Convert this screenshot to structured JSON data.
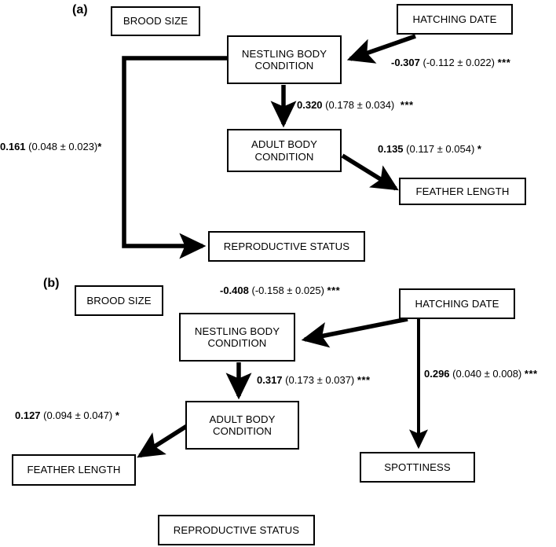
{
  "figure": {
    "type": "path-diagram",
    "panels": [
      {
        "id": "a",
        "label": "(a)",
        "nodes": [
          {
            "id": "brood_size",
            "label": "BROOD SIZE"
          },
          {
            "id": "nestling_body_condition",
            "label": "NESTLING BODY CONDITION"
          },
          {
            "id": "hatching_date",
            "label": "HATCHING DATE"
          },
          {
            "id": "adult_body_condition",
            "label": "ADULT BODY CONDITION"
          },
          {
            "id": "feather_length",
            "label": "FEATHER LENGTH"
          },
          {
            "id": "reproductive_status",
            "label": "REPRODUCTIVE STATUS"
          }
        ],
        "edges": [
          {
            "id": "a-hatching-to-nestling",
            "from": "hatching_date",
            "to": "nestling_body_condition",
            "std_coefficient": "-0.307",
            "estimate": "(-0.112 ± 0.022)",
            "significance": "***"
          },
          {
            "id": "a-nestling-to-adult",
            "from": "nestling_body_condition",
            "to": "adult_body_condition",
            "std_coefficient": "0.320",
            "estimate": "(0.178 ± 0.034)",
            "significance": "***"
          },
          {
            "id": "a-adult-to-feather",
            "from": "adult_body_condition",
            "to": "feather_length",
            "std_coefficient": "0.135",
            "estimate": "(0.117 ± 0.054)",
            "significance": "*"
          },
          {
            "id": "a-nestling-to-reproductive",
            "from": "nestling_body_condition",
            "to": "reproductive_status",
            "std_coefficient": "0.161",
            "estimate": "(0.048 ± 0.023)",
            "significance": "*"
          }
        ]
      },
      {
        "id": "b",
        "label": "(b)",
        "nodes": [
          {
            "id": "brood_size",
            "label": "BROOD SIZE"
          },
          {
            "id": "nestling_body_condition",
            "label": "NESTLING BODY CONDITION"
          },
          {
            "id": "hatching_date",
            "label": "HATCHING DATE"
          },
          {
            "id": "adult_body_condition",
            "label": "ADULT BODY CONDITION"
          },
          {
            "id": "feather_length",
            "label": "FEATHER LENGTH"
          },
          {
            "id": "spottiness",
            "label": "SPOTTINESS"
          },
          {
            "id": "reproductive_status",
            "label": "REPRODUCTIVE STATUS"
          }
        ],
        "edges": [
          {
            "id": "b-hatching-to-nestling",
            "from": "hatching_date",
            "to": "nestling_body_condition",
            "std_coefficient": "-0.408",
            "estimate": "(-0.158 ± 0.025)",
            "significance": "***"
          },
          {
            "id": "b-nestling-to-adult",
            "from": "nestling_body_condition",
            "to": "adult_body_condition",
            "std_coefficient": "0.317",
            "estimate": "(0.173 ± 0.037)",
            "significance": "***"
          },
          {
            "id": "b-adult-to-feather",
            "from": "adult_body_condition",
            "to": "feather_length",
            "std_coefficient": "0.127",
            "estimate": "(0.094 ± 0.047)",
            "significance": "*"
          },
          {
            "id": "b-hatching-to-spottiness",
            "from": "hatching_date",
            "to": "spottiness",
            "std_coefficient": "0.296",
            "estimate": "(0.040 ± 0.008)",
            "significance": "***"
          }
        ]
      }
    ],
    "colors": {
      "stroke": "#000000",
      "text": "#000000",
      "background": "#ffffff"
    }
  },
  "panel_a": {
    "label": "(a)",
    "nodes": {
      "brood_size": "BROOD SIZE",
      "nestling_line1": "NESTLING BODY",
      "nestling_line2": "CONDITION",
      "hatching_date": "HATCHING DATE",
      "adult_line1": "ADULT BODY",
      "adult_line2": "CONDITION",
      "feather_length": "FEATHER LENGTH",
      "reproductive_status": "REPRODUCTIVE STATUS"
    },
    "labels": {
      "hatching_nestling_coef": "-0.307",
      "hatching_nestling_est": "(-0.112 ± 0.022)",
      "hatching_nestling_sig": "***",
      "nestling_adult_coef": "0.320",
      "nestling_adult_est": "(0.178 ± 0.034)",
      "nestling_adult_sig": "***",
      "adult_feather_coef": "0.135",
      "adult_feather_est": "(0.117 ± 0.054)",
      "adult_feather_sig": "*",
      "nestling_repro_coef": "0.161",
      "nestling_repro_est": "(0.048 ± 0.023)",
      "nestling_repro_sig": "*"
    }
  },
  "panel_b": {
    "label": "(b)",
    "nodes": {
      "brood_size": "BROOD SIZE",
      "nestling_line1": "NESTLING BODY",
      "nestling_line2": "CONDITION",
      "hatching_date": "HATCHING DATE",
      "adult_line1": "ADULT BODY",
      "adult_line2": "CONDITION",
      "feather_length": "FEATHER LENGTH",
      "spottiness": "SPOTTINESS",
      "reproductive_status": "REPRODUCTIVE STATUS"
    },
    "labels": {
      "hatching_nestling_coef": "-0.408",
      "hatching_nestling_est": "(-0.158 ± 0.025)",
      "hatching_nestling_sig": "***",
      "nestling_adult_coef": "0.317",
      "nestling_adult_est": "(0.173 ± 0.037)",
      "nestling_adult_sig": "***",
      "adult_feather_coef": "0.127",
      "adult_feather_est": "(0.094 ± 0.047)",
      "adult_feather_sig": "*",
      "hatching_spottiness_coef": "0.296",
      "hatching_spottiness_est": "(0.040 ± 0.008)",
      "hatching_spottiness_sig": "***"
    }
  }
}
